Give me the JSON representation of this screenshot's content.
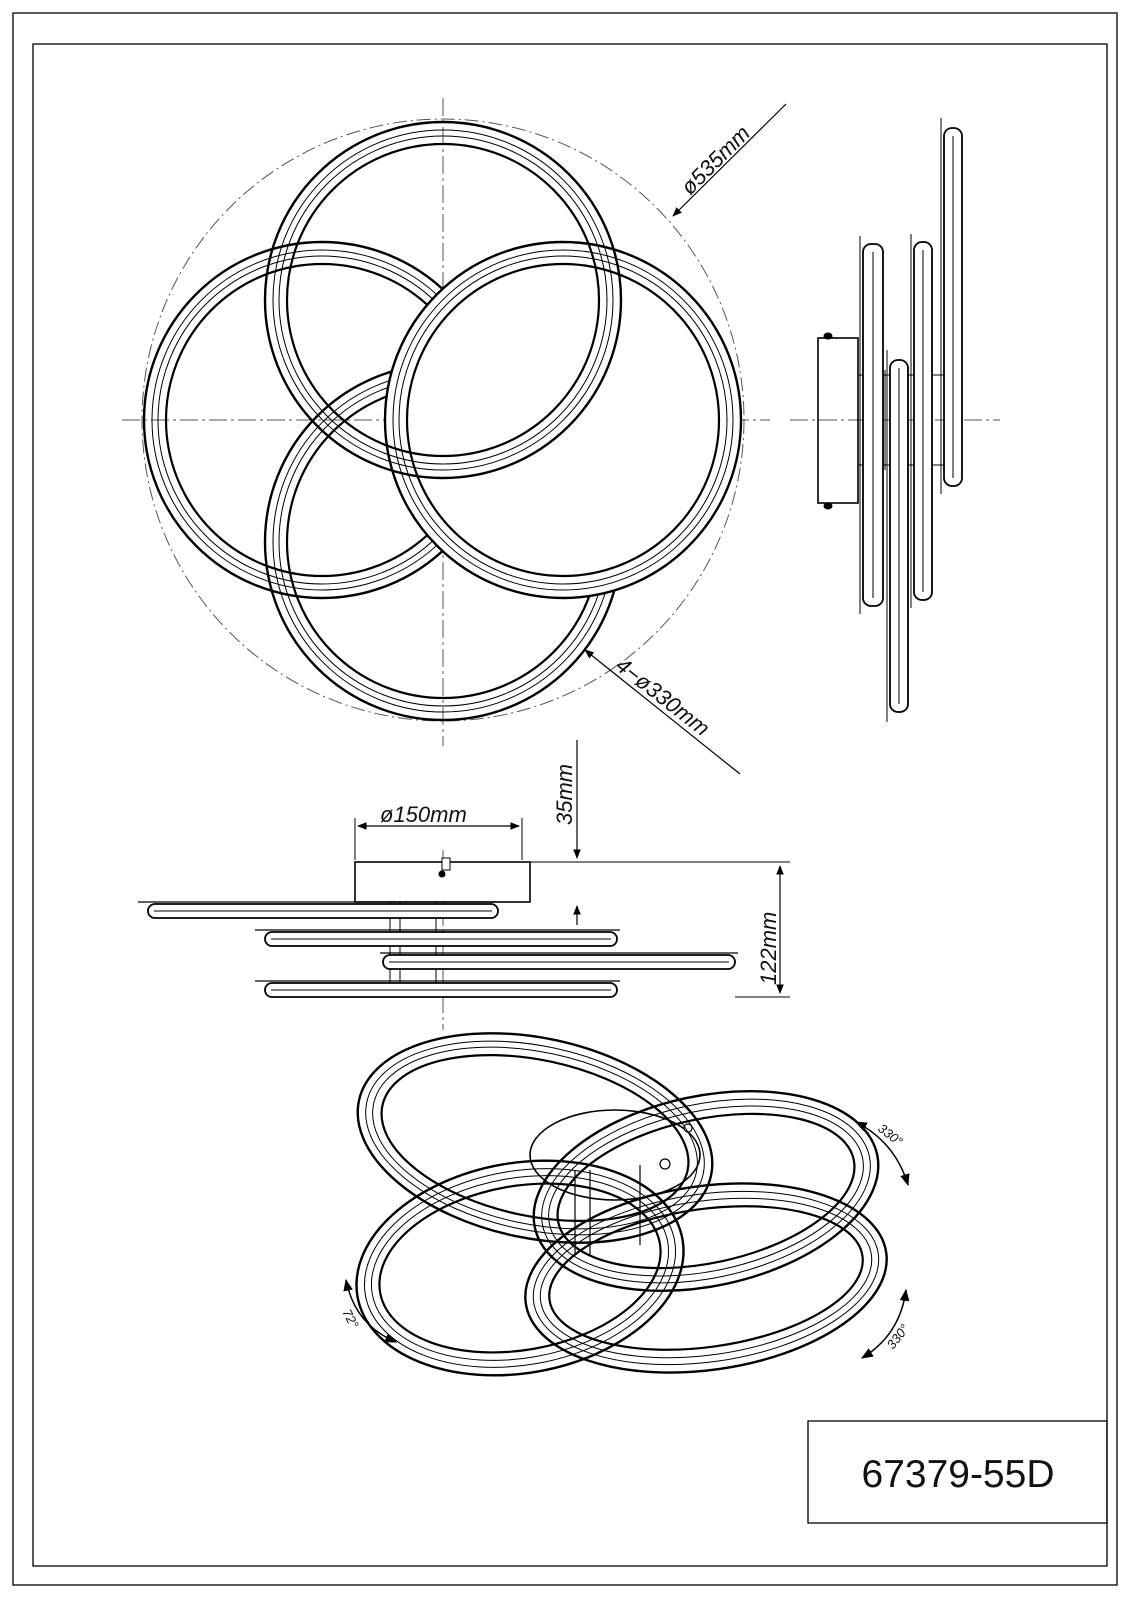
{
  "drawing": {
    "model_code": "67379-55D",
    "dimensions": {
      "outer_diameter": "ø535mm",
      "ring_diameter": "4−ø330mm",
      "canopy_diameter": "ø150mm",
      "canopy_height": "35mm",
      "total_height": "122mm"
    },
    "rotation_angles": {
      "top_right": "330°",
      "bottom_right": "330°",
      "bottom_left": "72°"
    }
  }
}
